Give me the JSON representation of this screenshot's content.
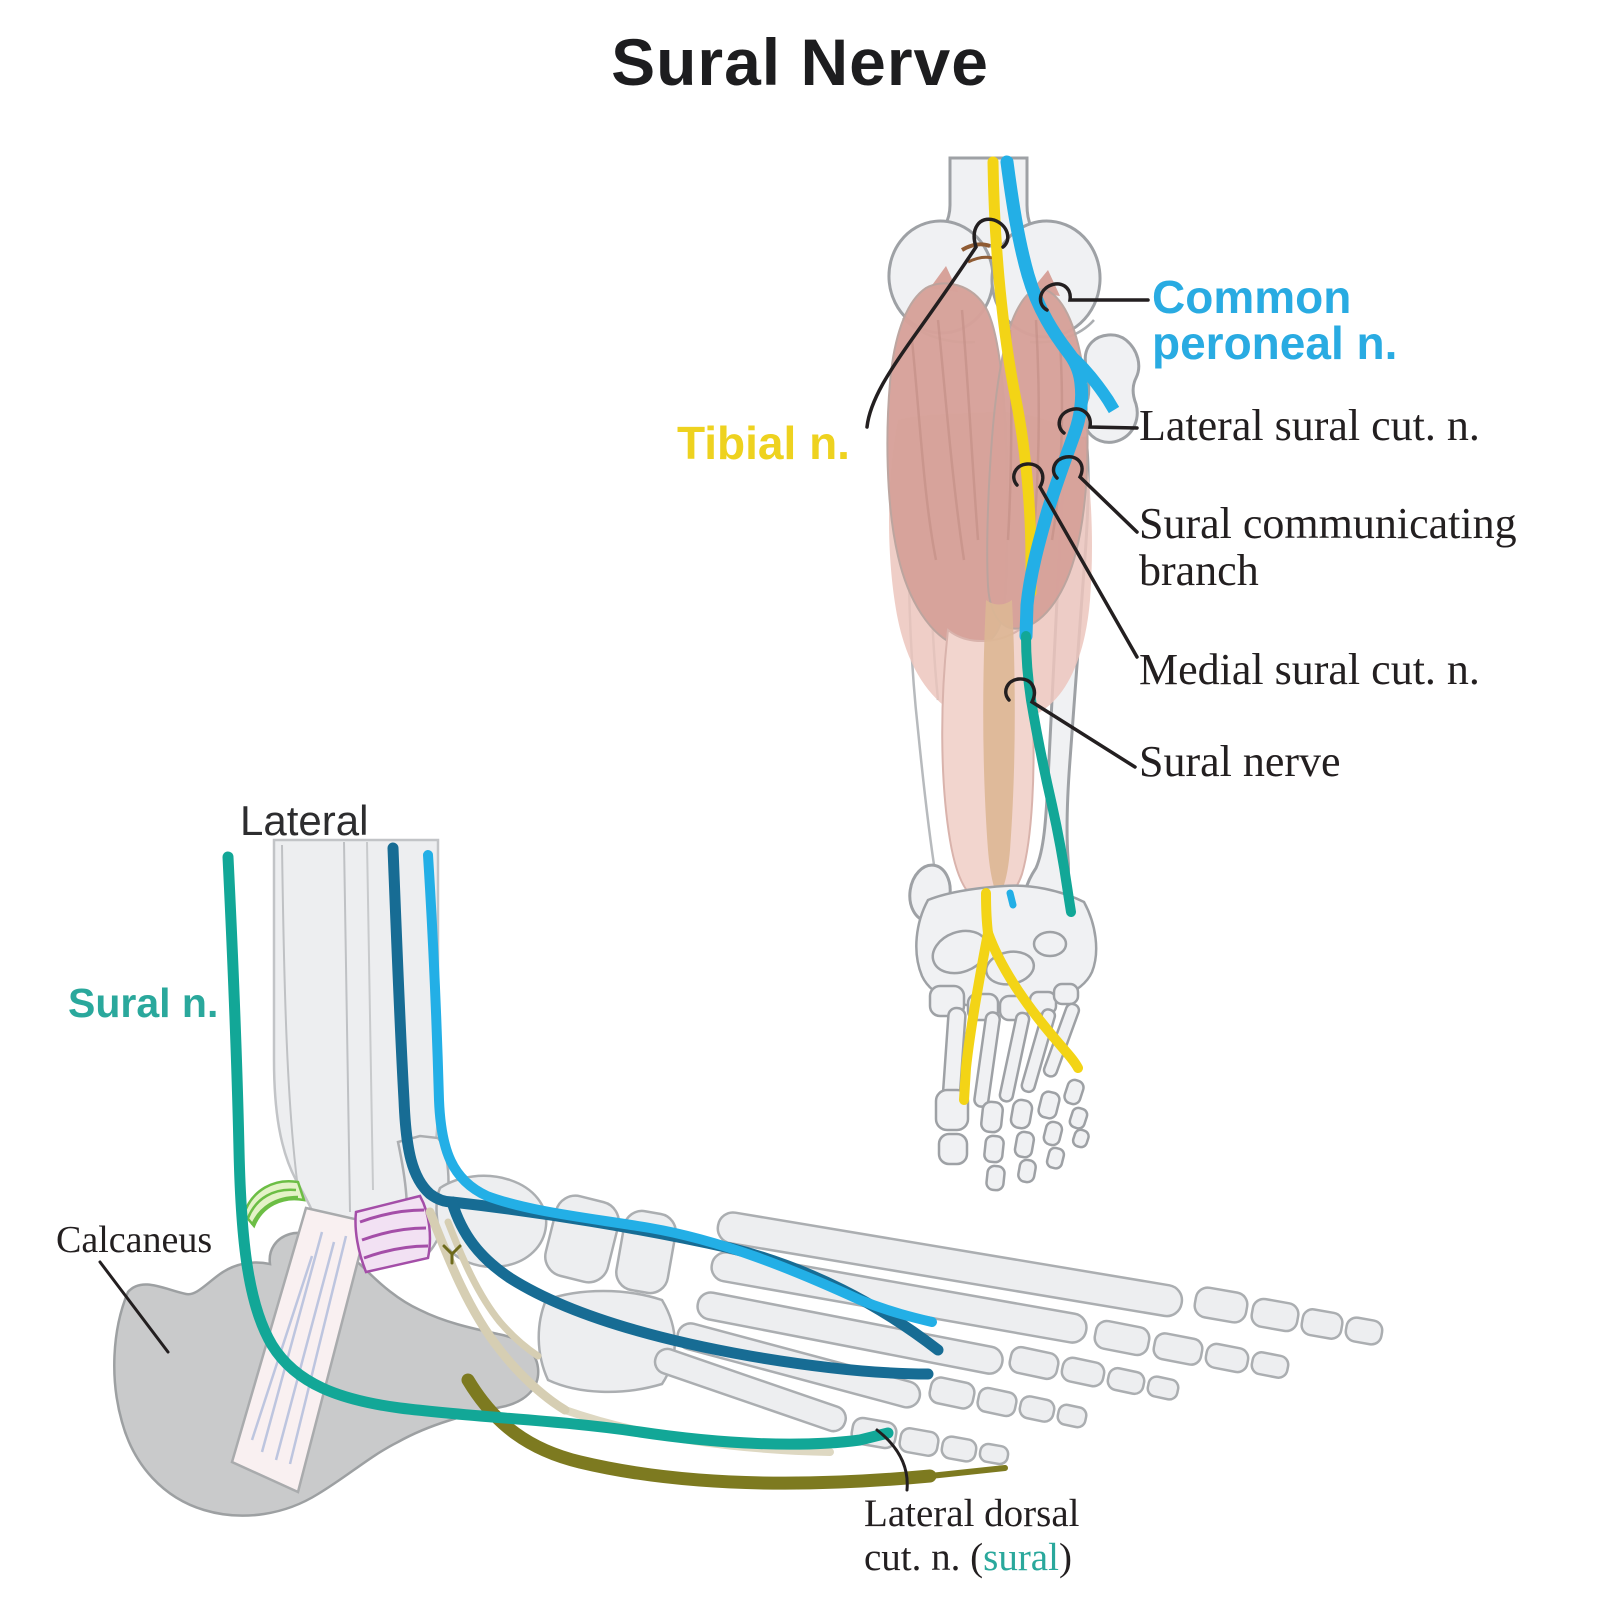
{
  "title": "Sural Nerve",
  "colors": {
    "tibial_yellow": "#f3d416",
    "common_peroneal_blue": "#29abe2",
    "sural_teal": "#14a79b",
    "superficial_dark_blue": "#176c94",
    "olive_nerve": "#7d7a20",
    "label_black": "#231f20",
    "muscle_pink": "#d7a29a",
    "bone_gray": "#f0f1f3",
    "calcaneus_gray": "#c9cacb",
    "retinaculum_green": "#6cbe45",
    "retinaculum_purple": "#a44ea8"
  },
  "posterior_leg_view": {
    "tibial_label": "Tibial n.",
    "common_peroneal_l1": "Common",
    "common_peroneal_l2": "peroneal n.",
    "lateral_sural": "Lateral sural cut. n.",
    "sural_comm_l1": "Sural communicating",
    "sural_comm_l2": "branch",
    "medial_sural": "Medial sural cut. n.",
    "sural_nerve": "Sural nerve"
  },
  "lateral_foot_view": {
    "view_title": "Lateral",
    "sural_label": "Sural n.",
    "calcaneus": "Calcaneus",
    "dorsal_l1": "Lateral dorsal",
    "dorsal_l2_prefix": "cut. n. (",
    "dorsal_l2_sural": "sural",
    "dorsal_l2_suffix": ")"
  }
}
